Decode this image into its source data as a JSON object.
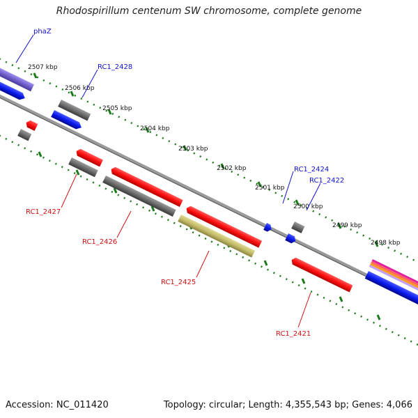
{
  "title": "Rhodospirillum centenum SW chromosome, complete genome",
  "accession": "Accession: NC_011420",
  "topology": "Topology: circular; Length: 4,355,543 bp; Genes: 4,066",
  "ticks": [
    "2507 kbp",
    "2506 kbp",
    "2505 kbp",
    "2504 kbp",
    "2503 kbp",
    "2502 kbp",
    "2501 kbp",
    "2500 kbp",
    "2499 kbp",
    "2498 kbp"
  ],
  "genes_forward": [
    "phaZ",
    "RC1_2428",
    "RC1_2424",
    "RC1_2422"
  ],
  "genes_reverse": [
    "RC1_2427",
    "RC1_2426",
    "RC1_2425",
    "RC1_2421"
  ],
  "colors": {
    "forward_label": "#1010cc",
    "reverse_label": "#cc1010",
    "cds_red": "#ff1010",
    "cds_blue": "#0a1aee",
    "cds_gray": "#707070",
    "cds_olive": "#c8c070",
    "backbone": "#808080",
    "tick_green": "#1a7a1a"
  }
}
